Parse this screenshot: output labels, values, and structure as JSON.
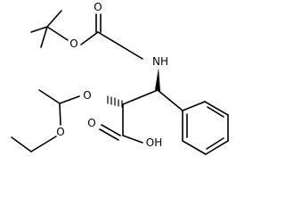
{
  "molecule": {
    "atoms": {
      "carbonyl_o": "O",
      "ester_o": "O",
      "nh": "NH",
      "ether_o": "O",
      "ethoxy_o": "O",
      "acid_o": "O",
      "acid_oh": "OH"
    }
  }
}
